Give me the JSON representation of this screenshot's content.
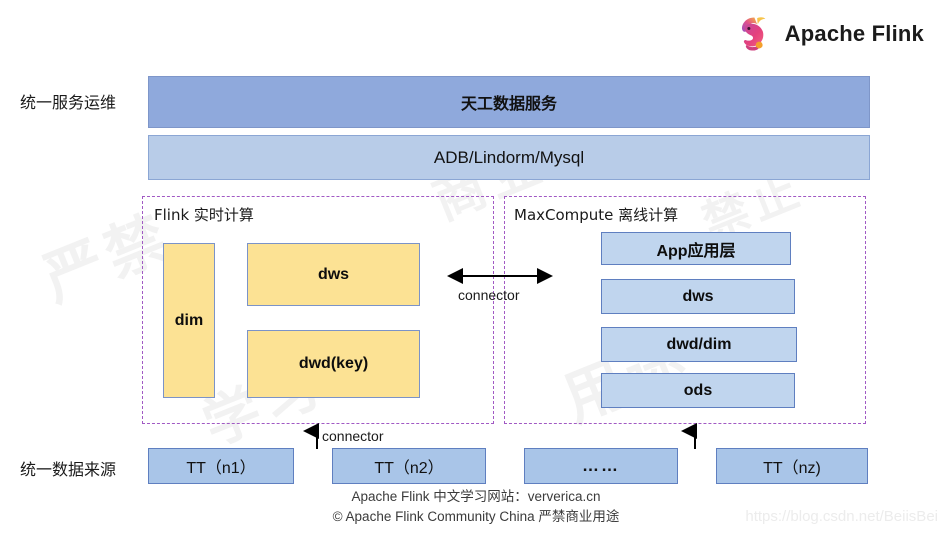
{
  "brand": {
    "name": "Apache Flink",
    "logo_icon": "flink-squirrel-logo"
  },
  "row_labels": {
    "service_ops": "统一服务运维",
    "data_source": "统一数据来源"
  },
  "service_layer": {
    "top_bar": "天工数据服务",
    "storage_bar": "ADB/Lindorm/Mysql"
  },
  "flink_group": {
    "title": "Flink 实时计算",
    "boxes": [
      {
        "label": "dim"
      },
      {
        "label": "dws"
      },
      {
        "label": "dwd(key)"
      }
    ]
  },
  "maxcompute_group": {
    "title": "MaxCompute 离线计算",
    "boxes": [
      {
        "label": "App应用层"
      },
      {
        "label": "dws"
      },
      {
        "label": "dwd/dim"
      },
      {
        "label": "ods"
      }
    ]
  },
  "connectors": {
    "horizontal_label": "connector",
    "vertical_label": "connector"
  },
  "sources": [
    {
      "label": "TT（n1）"
    },
    {
      "label": "TT（n2）"
    },
    {
      "label": "……"
    },
    {
      "label": "TT（nz)"
    }
  ],
  "footer": {
    "line1": "Apache Flink 中文学习网站：ververica.cn",
    "line2": "© Apache Flink Community China  严禁商业用途"
  },
  "watermarks": {
    "diagonal_a": "严禁",
    "diagonal_b": "学习",
    "diagonal_c": "用途",
    "diagonal_d": "商业",
    "diagonal_e": "禁止",
    "csdn": "https://blog.csdn.net/BeiisBei"
  },
  "colors": {
    "service_top": "#8fa9dc",
    "service_storage": "#b8cce8",
    "flink_box": "#fce294",
    "maxcompute_box": "#c0d5ee",
    "source_box": "#a9c5e8",
    "group_border": "#a159c4"
  }
}
